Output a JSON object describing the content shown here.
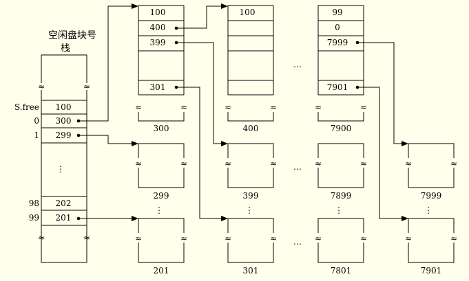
{
  "title": [
    "空闲盘块号",
    "栈"
  ],
  "stack": {
    "rows": [
      "100",
      "300",
      "299",
      "⋮",
      "202",
      "201"
    ],
    "labels": [
      "S.free",
      "0",
      "1",
      "98",
      "99"
    ]
  },
  "groups": [
    {
      "id": "300",
      "rows": [
        "100",
        "400",
        "399",
        "",
        "301"
      ]
    },
    {
      "id": "400",
      "rows": [
        "100",
        "",
        "",
        "",
        ""
      ]
    },
    {
      "id": "7900",
      "rows": [
        "99",
        "0",
        "7999",
        "",
        "7901"
      ]
    }
  ],
  "blocks": [
    "299",
    "399",
    "7899",
    "7999",
    "201",
    "301",
    "7801",
    "7901"
  ],
  "glyphs": {
    "vdots": "⋮",
    "hdots": "…",
    "squiggle": "≈"
  }
}
